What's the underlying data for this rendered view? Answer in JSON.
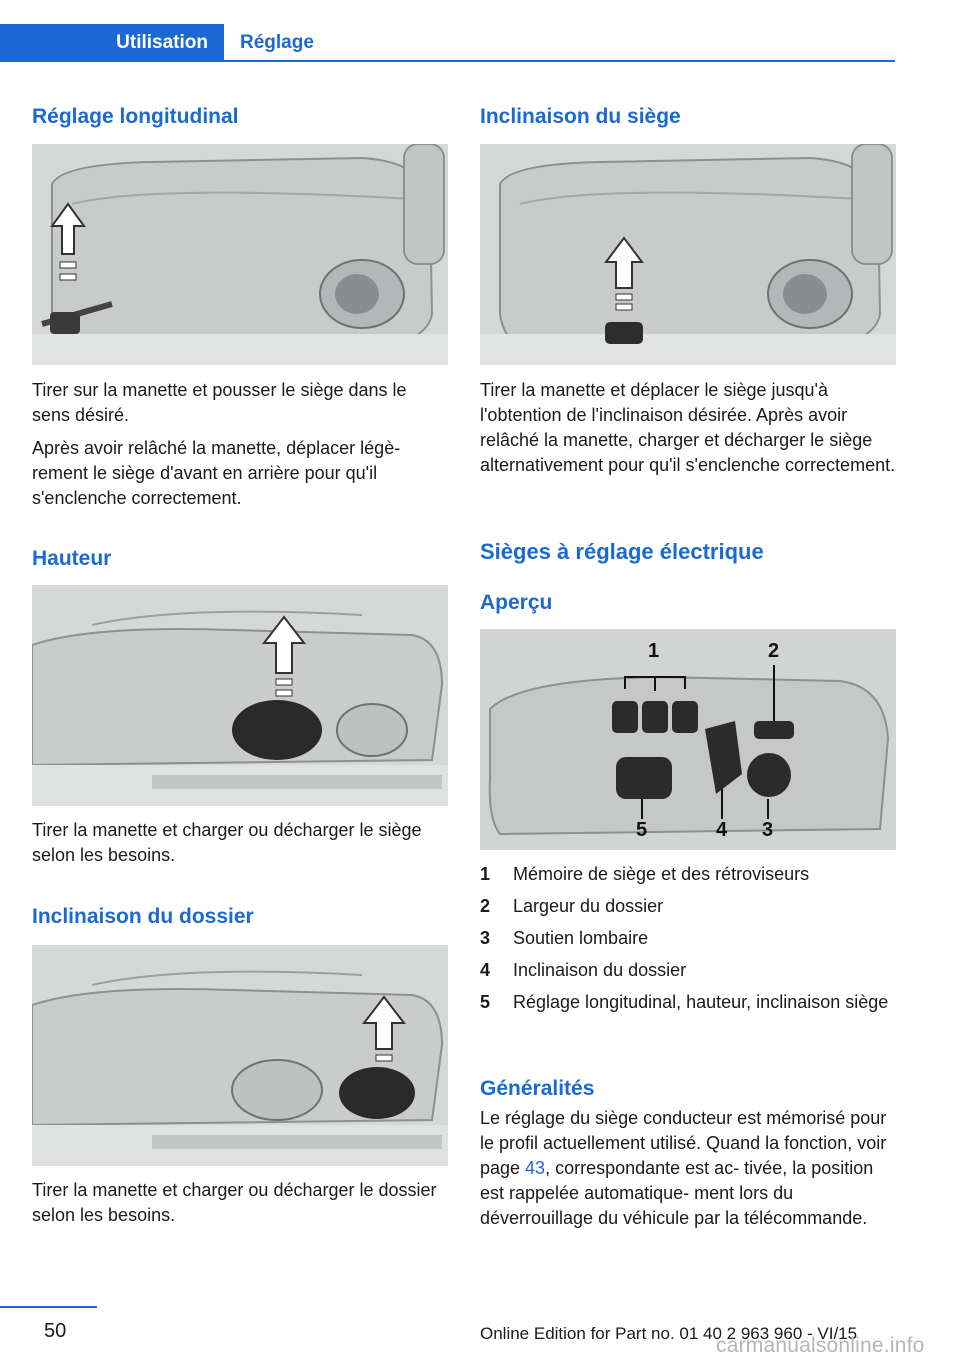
{
  "header": {
    "tab_active": "Utilisation",
    "tab_inactive": "Réglage"
  },
  "left": {
    "s1_title": "Réglage longitudinal",
    "s1_p1": "Tirer sur la manette et pousser le siège dans le sens désiré.",
    "s1_p2": "Après avoir relâché la manette, déplacer légè‐ rement le siège d'avant en arrière pour qu'il s'enclenche correctement.",
    "s2_title": "Hauteur",
    "s2_p1": "Tirer la manette et charger ou décharger le siège selon les besoins.",
    "s3_title": "Inclinaison du dossier",
    "s3_p1": "Tirer la manette et charger ou décharger le dossier selon les besoins."
  },
  "right": {
    "s1_title": "Inclinaison du siège",
    "s1_p1": "Tirer la manette et déplacer le siège jusqu'à l'obtention de l'inclinaison désirée. Après avoir relâché la manette, charger et décharger le siège alternativement pour qu'il s'enclenche correctement.",
    "s2_title": "Sièges à réglage électrique",
    "s3_title": "Aperçu",
    "figure_labels": [
      "1",
      "2",
      "3",
      "4",
      "5"
    ],
    "items": [
      {
        "num": "1",
        "text": "Mémoire de siège et des rétroviseurs"
      },
      {
        "num": "2",
        "text": "Largeur du dossier"
      },
      {
        "num": "3",
        "text": "Soutien lombaire"
      },
      {
        "num": "4",
        "text": "Inclinaison du dossier"
      },
      {
        "num": "5",
        "text": "Réglage longitudinal, hauteur, inclinaison siège"
      }
    ],
    "s4_title": "Généralités",
    "s4_p_before": "Le réglage du siège conducteur est mémorisé pour le profil actuellement utilisé. Quand la fonction, voir page ",
    "s4_link": "43",
    "s4_p_after": ", correspondante est ac‐ tivée, la position est rappelée automatique‐ ment lors du déverrouillage du véhicule par la télécommande."
  },
  "footer": {
    "page_number": "50",
    "edition": "Online Edition for Part no. 01 40 2 963 960 - VI/15",
    "watermark": "carmanualsonline.info"
  },
  "colors": {
    "accent": "#1c69d4",
    "text": "#1a1a1a"
  }
}
